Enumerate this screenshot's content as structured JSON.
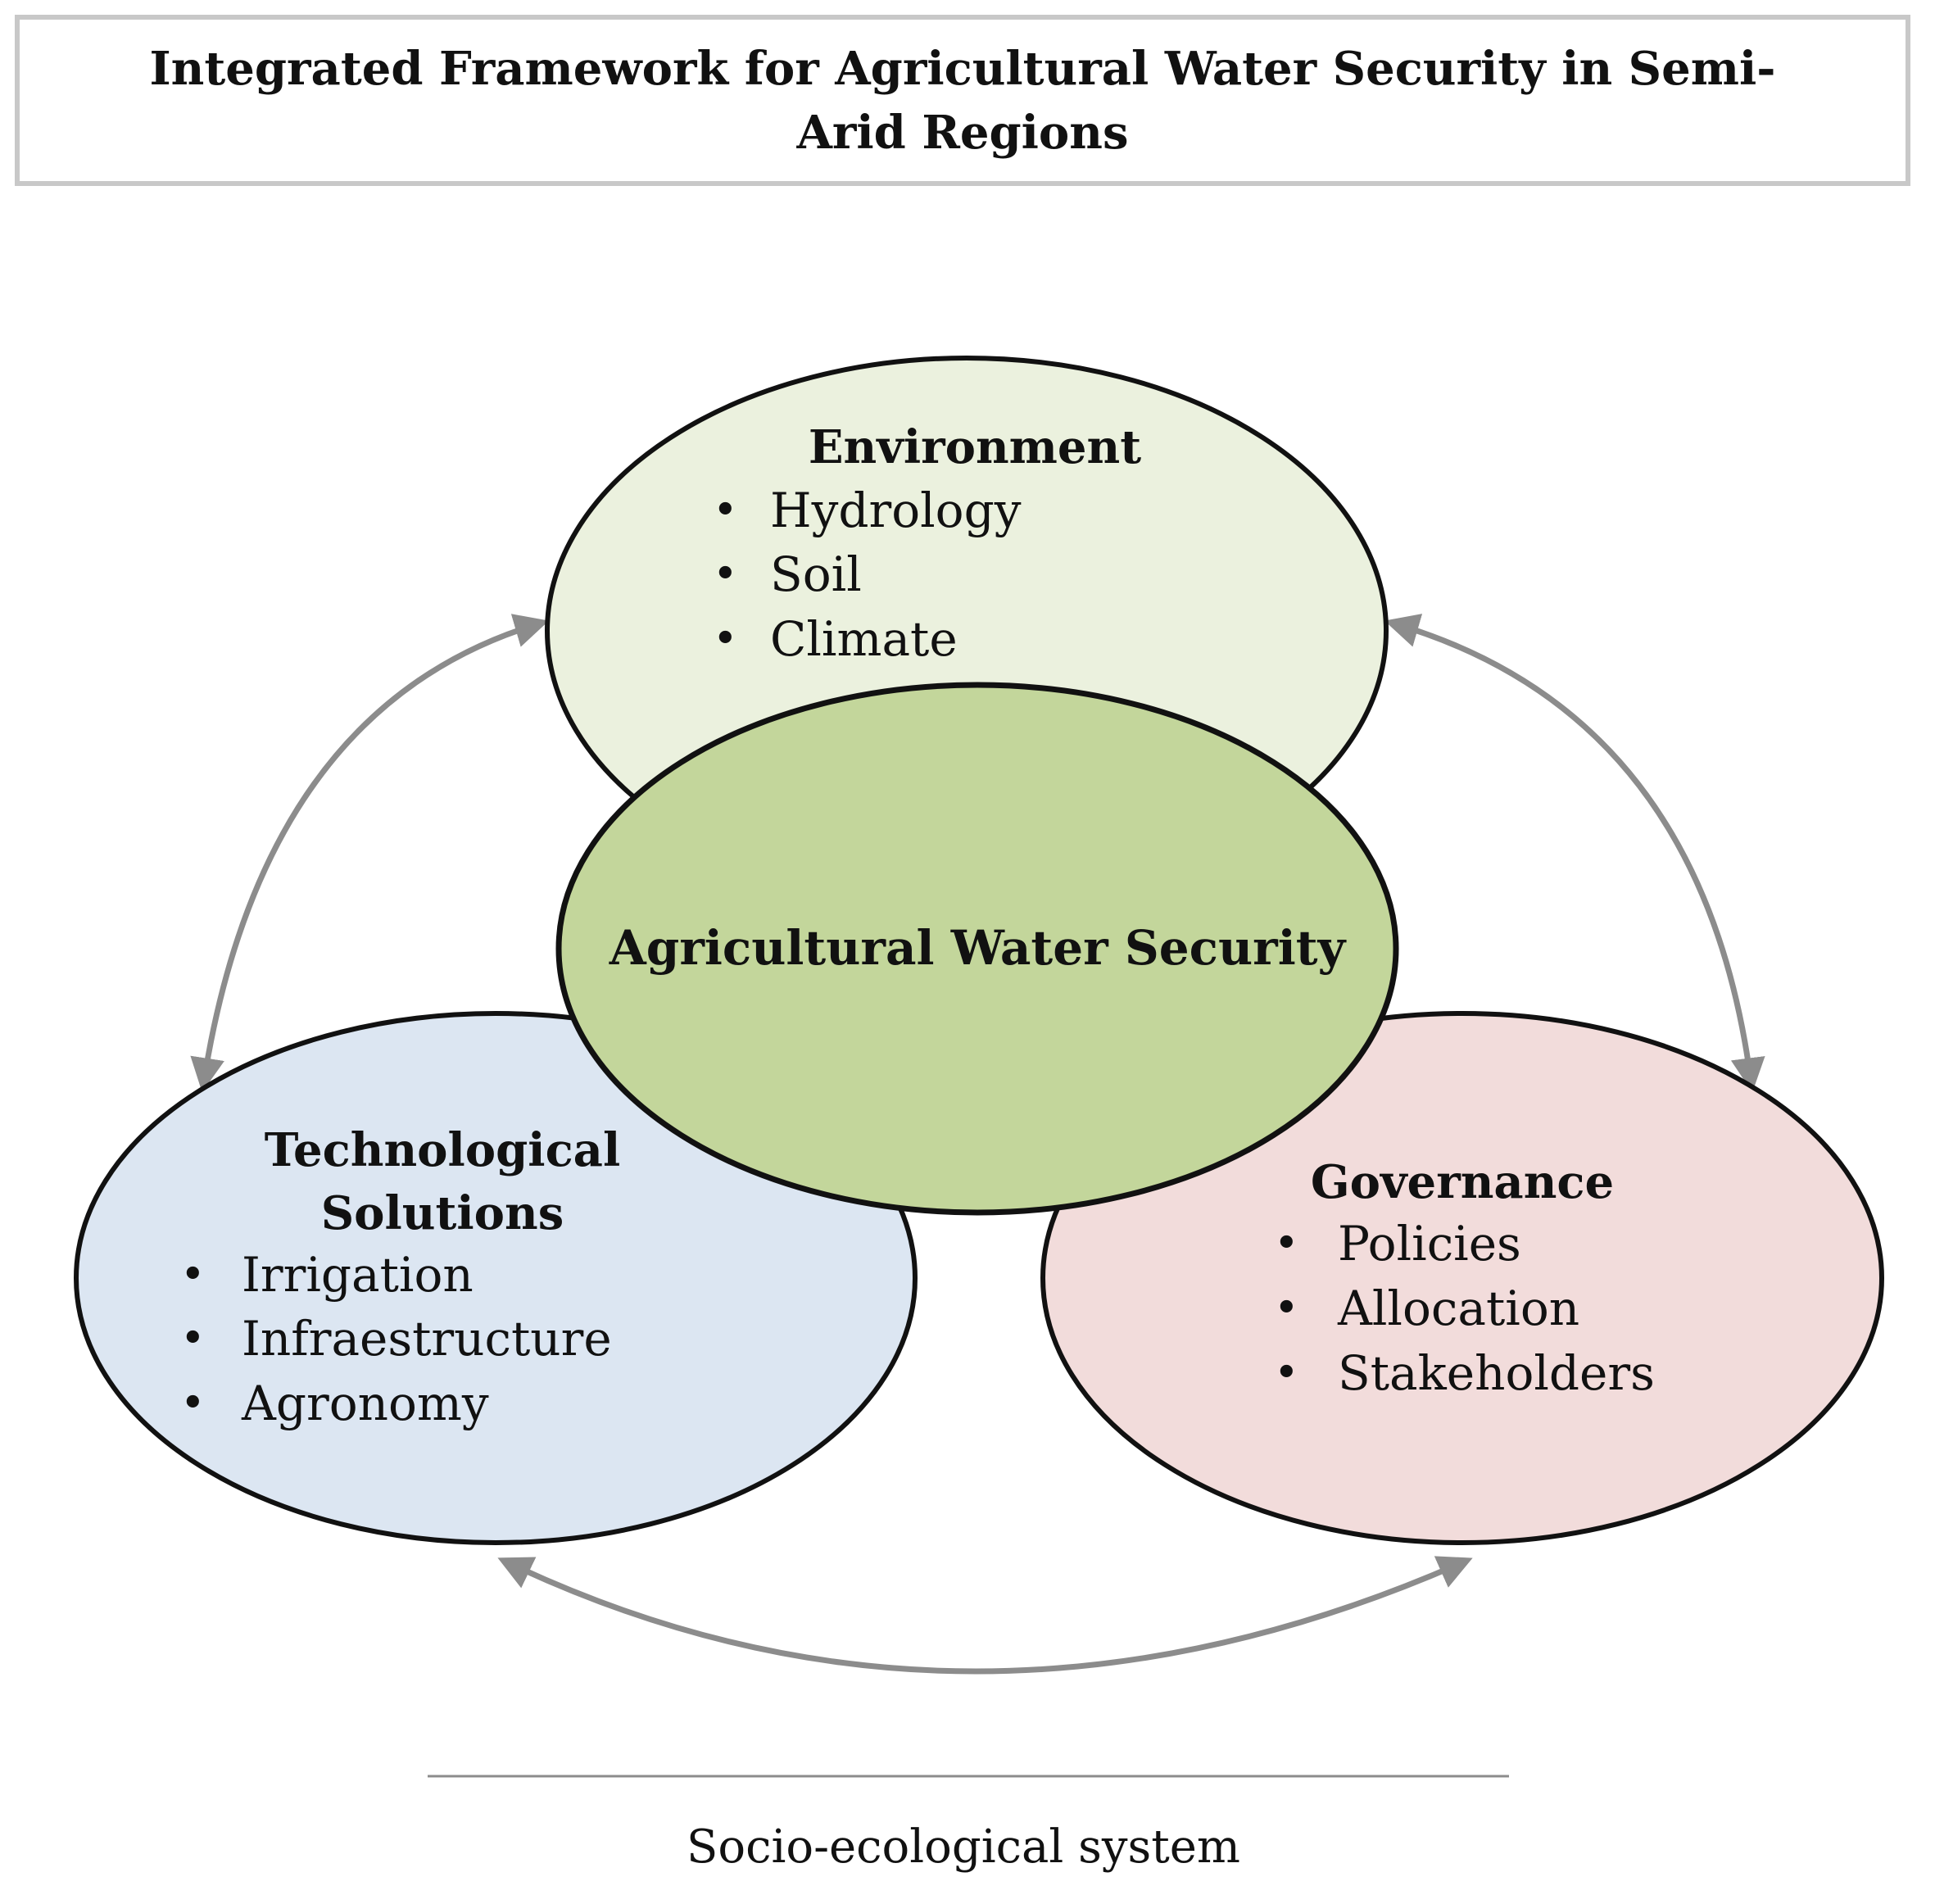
{
  "title": "Integrated Framework for Agricultural Water Security in Semi-Arid Regions",
  "center": {
    "label": "Agricultural Water Security",
    "color": "#c3d69b"
  },
  "nodes": {
    "environment": {
      "title": "Environment",
      "items": [
        "Hydrology",
        "Soil",
        "Climate"
      ],
      "color": "#ebf1de"
    },
    "technological": {
      "title_lines": [
        "Technological",
        "Solutions"
      ],
      "items": [
        "Irrigation",
        "Infraestructure",
        "Agronomy"
      ],
      "color": "#dce6f2"
    },
    "governance": {
      "title": "Governance",
      "items": [
        "Policies",
        "Allocation",
        "Stakeholders"
      ],
      "color": "#f2dcdb"
    }
  },
  "arrow_color": "#8c8c8c",
  "footer": "Socio-ecological system",
  "bullet_symbol": "•"
}
